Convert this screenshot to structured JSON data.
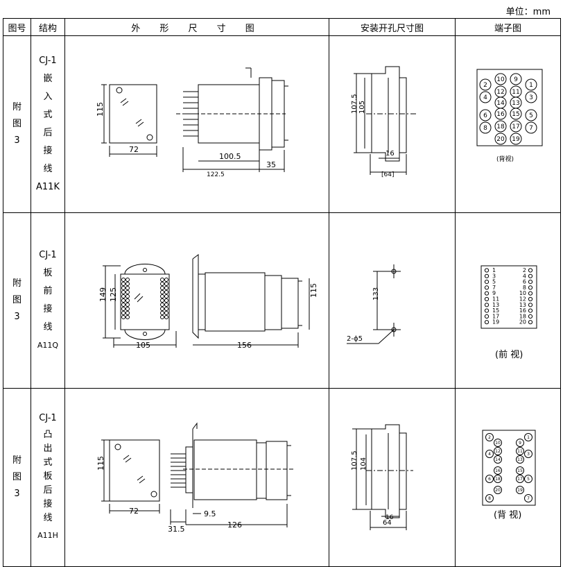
{
  "unit_label": "单位：mm",
  "headers": {
    "fig_no": "图号",
    "structure": "结构",
    "outline": "外 形 尺 寸 图",
    "cutout": "安装开孔尺寸图",
    "terminal": "端子图"
  },
  "rows": [
    {
      "fig": [
        "附",
        "图",
        "3"
      ],
      "model": "CJ-1",
      "structure_chars": [
        "嵌",
        "入",
        "式",
        "后",
        "接",
        "线"
      ],
      "code": "A11K",
      "outline_dims": {
        "height": "115",
        "width": "72",
        "depth1": "100.5",
        "depth2": "122.5",
        "depth3": "35"
      },
      "cutout_dims": {
        "outer": "107.5",
        "inner": "105",
        "w1": "16",
        "w2": "[64]"
      },
      "terminal_view": "(背视)",
      "terminals": [
        "2",
        "10",
        "9",
        "1",
        "12",
        "11",
        "4",
        "14",
        "13",
        "3",
        "6",
        "16",
        "15",
        "5",
        "8",
        "18",
        "17",
        "7",
        "20",
        "19"
      ]
    },
    {
      "fig": [
        "附",
        "图",
        "3"
      ],
      "model": "CJ-1",
      "structure_chars": [
        "板",
        "前",
        "接",
        "线"
      ],
      "code": "A11Q",
      "outline_dims": {
        "h1": "149",
        "h2": "125",
        "width": "105",
        "depth": "156",
        "side": "115"
      },
      "cutout_dims": {
        "spacing": "133",
        "hole": "2-ϕ5"
      },
      "terminal_view": "(前 视)",
      "terminal_rows": [
        [
          "1",
          "2"
        ],
        [
          "3",
          "4"
        ],
        [
          "5",
          "6"
        ],
        [
          "7",
          "8"
        ],
        [
          "9",
          "10"
        ],
        [
          "11",
          "12"
        ],
        [
          "13",
          "13"
        ],
        [
          "15",
          "16"
        ],
        [
          "17",
          "18"
        ],
        [
          "19",
          "20"
        ]
      ]
    },
    {
      "fig": [
        "附",
        "图",
        "3"
      ],
      "model": "CJ-1",
      "structure_chars": [
        "凸",
        "出",
        "式",
        "板",
        "后",
        "接",
        "线"
      ],
      "code": "A11H",
      "outline_dims": {
        "height": "115",
        "width": "72",
        "d1": "9.5",
        "d2": "31.5",
        "d3": "126"
      },
      "cutout_dims": {
        "outer": "107.5",
        "inner": "104",
        "w1": "16",
        "w2": "64"
      },
      "terminal_view": "(背 视)",
      "terminals": [
        "2",
        "10",
        "9",
        "1",
        "4",
        "12",
        "11",
        "3",
        "14",
        "13",
        "16",
        "15",
        "6",
        "18",
        "17",
        "5",
        "8",
        "20",
        "19",
        "7"
      ]
    }
  ]
}
